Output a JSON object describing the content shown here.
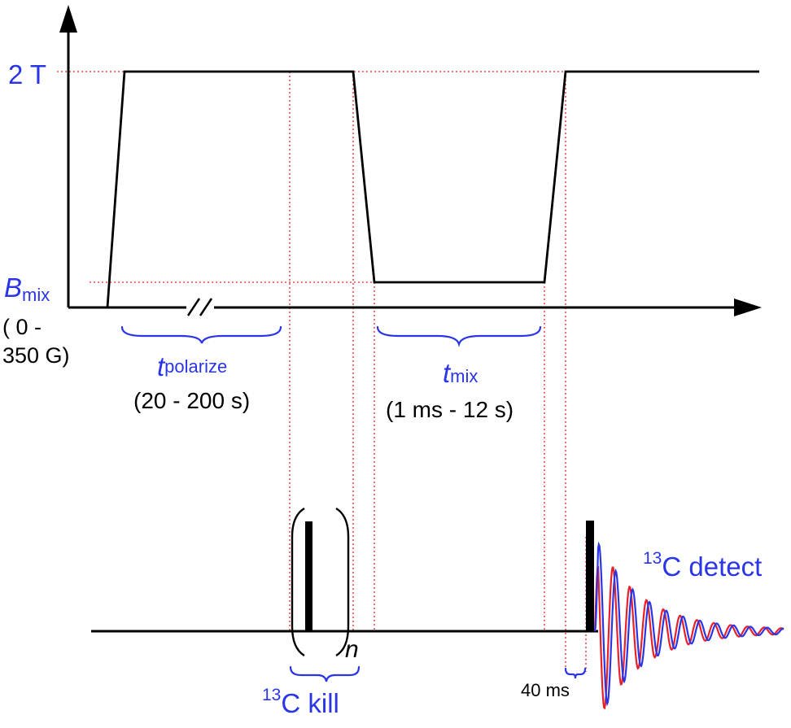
{
  "field_axis": {
    "high_field_label": "2 T",
    "low_field_symbol": "B",
    "low_field_subscript": "mix",
    "low_field_range_line1": "( 0 -",
    "low_field_range_line2": "350 G)"
  },
  "intervals": {
    "polarize": {
      "symbol": "t",
      "subscript": "polarize",
      "range": "(20 - 200 s)"
    },
    "mix": {
      "symbol": "t",
      "subscript": "mix",
      "range": "(1 ms - 12 s)"
    },
    "delay": {
      "label": "40 ms"
    }
  },
  "pulses": {
    "kill": {
      "superscript": "13",
      "label": "C kill",
      "repeat": "n"
    },
    "detect": {
      "superscript": "13",
      "label": "C detect"
    }
  },
  "colors": {
    "accent": "#2a36e6",
    "guide": "#e8202a",
    "line": "#000000",
    "fid_blue": "#2a36e6",
    "fid_red": "#e8202a"
  }
}
